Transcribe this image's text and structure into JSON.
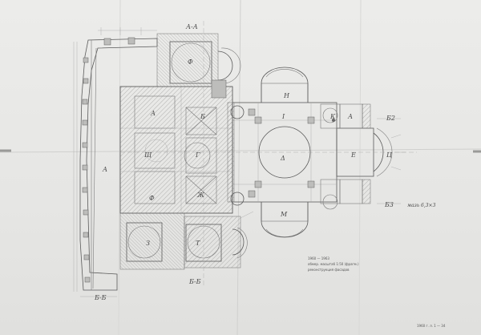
{
  "room_labels": {
    "r1": "I",
    "r2": "Δ",
    "r3": "Γ",
    "r4": "Е",
    "r5": "Б",
    "r6": "А",
    "r7": "К",
    "r8": "А",
    "r9": "Ж",
    "r10": "З",
    "r11": "Н",
    "r12": "М",
    "r13": "Ф",
    "r14": "Ц",
    "r15": "Т",
    "r16": "Ф",
    "r17": "Щ"
  },
  "marks": {
    "b2_right": "Б2",
    "b3_right": "Б3",
    "dim_right": "мазь 6,3×3",
    "bottom_mark": "Б-Б",
    "top_mark": "А-А",
    "left_mark": "А",
    "bottom_left": "Б-Б"
  },
  "legend": [
    "1960 — 1963",
    "обмер. масштаб 1:50 (фрагм.)",
    "реконструкция фасадов"
  ],
  "sheet_number": "1960 г. л. 1 — 34"
}
